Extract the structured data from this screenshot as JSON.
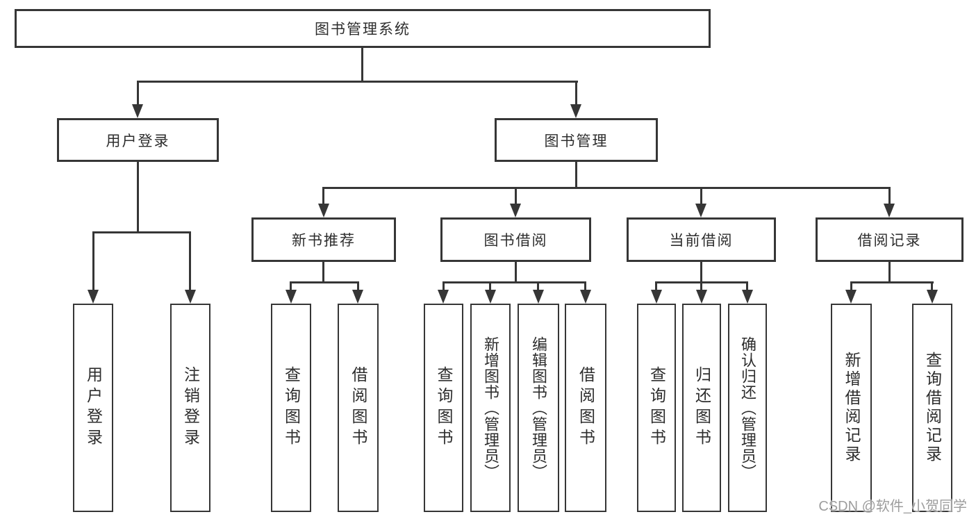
{
  "diagram": {
    "root": {
      "label": "图书管理系统"
    },
    "branches": [
      {
        "label": "用户登录",
        "children": [
          {
            "label": "用户登录"
          },
          {
            "label": "注销登录"
          }
        ]
      },
      {
        "label": "图书管理",
        "children": [
          {
            "label": "新书推荐",
            "children": [
              {
                "label": "查询图书"
              },
              {
                "label": "借阅图书"
              }
            ]
          },
          {
            "label": "图书借阅",
            "children": [
              {
                "label": "查询图书"
              },
              {
                "label": "新增图书（管理员）"
              },
              {
                "label": "编辑图书（管理员）"
              },
              {
                "label": "借阅图书"
              }
            ]
          },
          {
            "label": "当前借阅",
            "children": [
              {
                "label": "查询图书"
              },
              {
                "label": "归还图书"
              },
              {
                "label": "确认归还（管理员）"
              }
            ]
          },
          {
            "label": "借阅记录",
            "children": [
              {
                "label": "新增借阅记录"
              },
              {
                "label": "查询借阅记录"
              }
            ]
          }
        ]
      }
    ]
  },
  "watermark": {
    "text": "CSDN @软件_小贺同学"
  },
  "colors": {
    "line": "#363636",
    "border": "#363636",
    "text": "#2d2d2d",
    "watermark": "#9d9d9d",
    "background": "#ffffff"
  }
}
